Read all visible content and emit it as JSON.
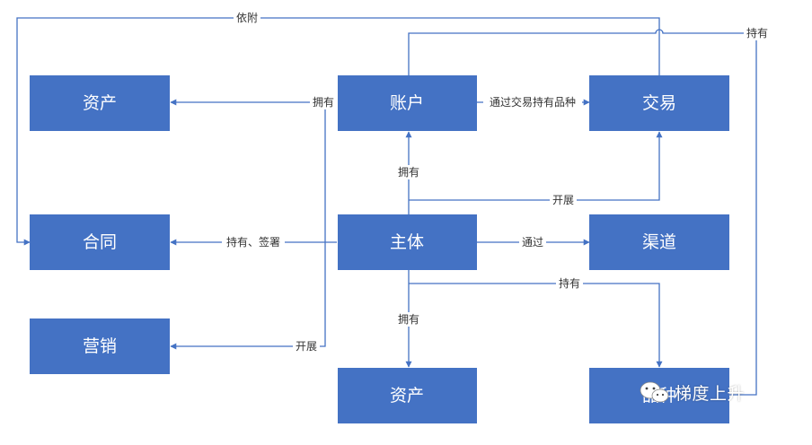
{
  "colors": {
    "node_fill": "#4472c4",
    "node_text": "#ffffff",
    "edge": "#4472c4",
    "label_text": "#333333"
  },
  "nodes": {
    "asset_left": "资产",
    "account": "账户",
    "trade": "交易",
    "contract": "合同",
    "subject": "主体",
    "channel": "渠道",
    "marketing": "营销",
    "asset_bottom": "资产",
    "product": "品种"
  },
  "edges": {
    "depends_on": "依附",
    "holds_top": "持有",
    "owns_account_asset": "拥有",
    "trade_via_account": "通过交易持有品种",
    "owns_subject_account": "拥有",
    "conducts_trade": "开展",
    "holds_and_signs": "持有、签署",
    "via_channel": "通过",
    "holds_product": "持有",
    "owns_asset": "拥有",
    "conducts_marketing": "开展"
  },
  "watermark": {
    "icon": "wechat-icon",
    "text": "梯度上升"
  }
}
